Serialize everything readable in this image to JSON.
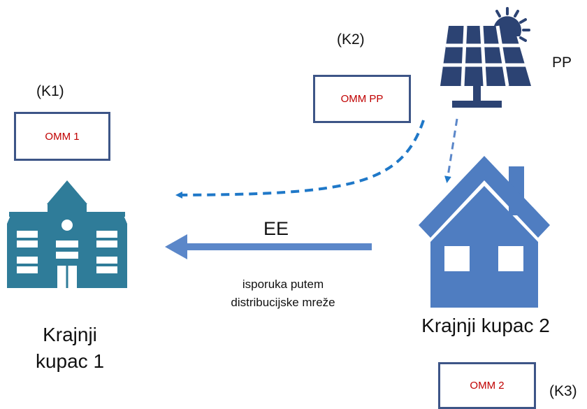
{
  "labels": {
    "k1": "(K1)",
    "k2": "(K2)",
    "k3": "(K3)",
    "pp": "PP",
    "ee": "EE",
    "delivery_line1": "isporuka putem",
    "delivery_line2": "distribucijske mreže",
    "customer1_line1": "Krajnji",
    "customer1_line2": "kupac 1",
    "customer2": "Krajnji kupac 2"
  },
  "meters": {
    "omm1": "OMM 1",
    "omm_pp": "OMM PP",
    "omm2": "OMM 2"
  },
  "icons": {
    "solar_panel": "solar-panel-sun-icon",
    "building": "school-building-icon",
    "house": "house-icon"
  },
  "colors": {
    "dark_blue": "#2c4373",
    "teal": "#2f7c99",
    "light_blue": "#4f7dc1",
    "dashed_blue": "#1f78c8",
    "arrow_blue": "#5b87c9",
    "meter_border": "#3d5587",
    "meter_text": "#c00000"
  }
}
